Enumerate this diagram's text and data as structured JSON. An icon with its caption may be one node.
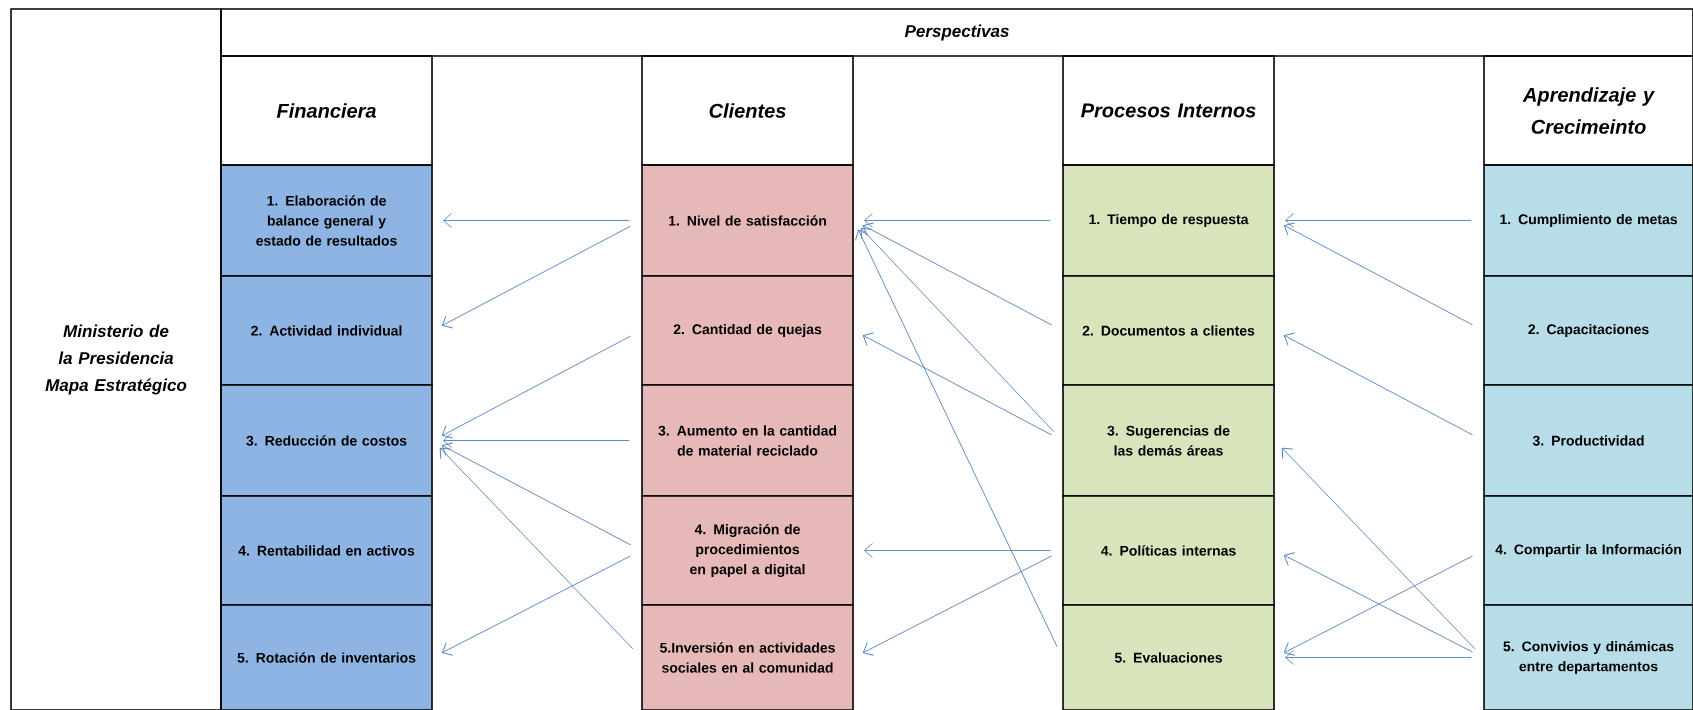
{
  "diagram": {
    "nodes": [
      {
        "text": [
          "1. Elaboración de balance general y estado de resultados"
        ]
      },
      {
        "text": [
          "2. Actividad individual"
        ]
      },
      {
        "text": [
          "3. Reducción de costos"
        ]
      },
      {
        "text": [
          "4. Rentabilidad en activos"
        ]
      },
      {
        "text": [
          "5. Rotación de inventarios"
        ]
      },
      {
        "text": [
          "1. Nivel de satisfacción"
        ]
      },
      {
        "text": [
          "2. Cantidad de quejas"
        ]
      },
      {
        "text": [
          "3. Aumento en la cantidad de material reciclado"
        ]
      },
      {
        "text": [
          "4. Migración de procedimientos en papel a digital"
        ]
      },
      {
        "text": [
          "5.Inversión en actividades sociales en al comunidad"
        ]
      },
      {
        "text": [
          "1. Tiempo de respuesta"
        ]
      },
      {
        "text": [
          "2. Documentos a clientes"
        ]
      },
      {
        "text": [
          "3. Sugerencias de las demás áreas"
        ]
      },
      {
        "text": [
          "4. Políticas internas"
        ]
      },
      {
        "text": [
          "5. Evaluaciones"
        ]
      },
      {
        "text": [
          "1. Cumplimiento de metas"
        ]
      },
      {
        "text": [
          "2. Capacitaciones"
        ]
      },
      {
        "text": [
          "3. Productividad"
        ]
      },
      {
        "text": [
          "4. Compartir la Información"
        ]
      },
      {
        "text": [
          "5. Convivios y dinámicas entre departamentos"
        ]
      }
    ],
    "edges": [
      {
        "from": 5,
        "to": 0,
        "arrow": "to"
      },
      {
        "from": 5,
        "to": 1,
        "arrow": "to"
      },
      {
        "from": 6,
        "to": 2,
        "arrow": "to"
      },
      {
        "from": 7,
        "to": 2,
        "arrow": "to"
      },
      {
        "from": 8,
        "to": 2,
        "arrow": "to"
      },
      {
        "from": 8,
        "to": 4,
        "arrow": "to"
      },
      {
        "from": 9,
        "to": 2,
        "arrow": "to"
      },
      {
        "from": 10,
        "to": 5,
        "arrow": "to"
      },
      {
        "from": 11,
        "to": 5,
        "arrow": "to"
      },
      {
        "from": 12,
        "to": 5,
        "arrow": "to"
      },
      {
        "from": 12,
        "to": 6,
        "arrow": "to"
      },
      {
        "from": 13,
        "to": 8,
        "arrow": "to"
      },
      {
        "from": 13,
        "to": 9,
        "arrow": "to"
      },
      {
        "from": 14,
        "to": 5,
        "arrow": "to"
      },
      {
        "from": 15,
        "to": 10,
        "arrow": "to"
      },
      {
        "from": 16,
        "to": 10,
        "arrow": "to"
      },
      {
        "from": 17,
        "to": 11,
        "arrow": "to"
      },
      {
        "from": 18,
        "to": 14,
        "arrow": "to"
      },
      {
        "from": 19,
        "to": 12,
        "arrow": "to"
      },
      {
        "from": 19,
        "to": 13,
        "arrow": "to"
      },
      {
        "from": 19,
        "to": 14,
        "arrow": "to"
      }
    ],
    "labels": [
      "Ministerio de la Presidencia Mapa Estratégico",
      "Perspectivas",
      "Financiera",
      "Clientes",
      "Procesos Internos",
      "Aprendizaje y Crecimeinto"
    ]
  }
}
